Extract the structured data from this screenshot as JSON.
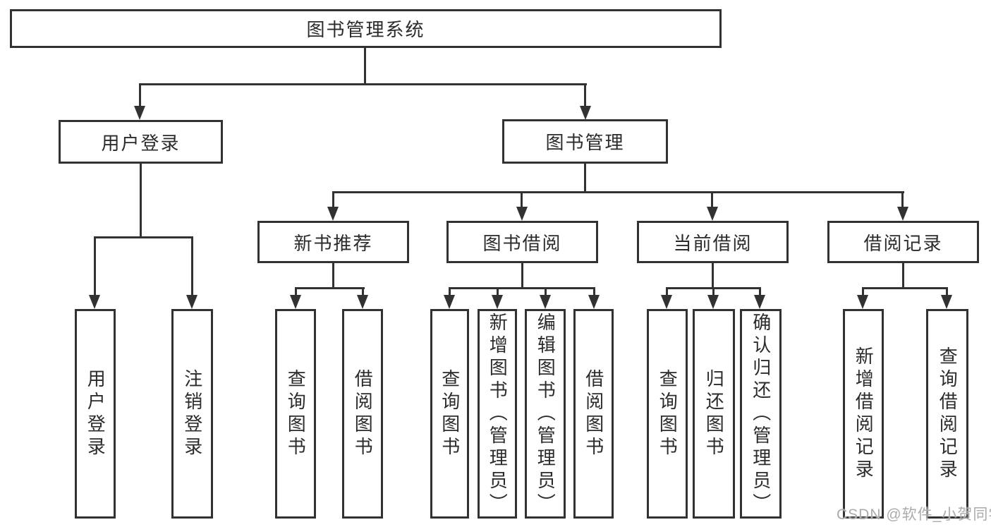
{
  "tree": {
    "label": "图书管理系统",
    "children": [
      {
        "label": "用户登录",
        "children": [
          {
            "label": "用户登录"
          },
          {
            "label": "注销登录"
          }
        ]
      },
      {
        "label": "图书管理",
        "children": [
          {
            "label": "新书推荐",
            "children": [
              {
                "label": "查询图书"
              },
              {
                "label": "借阅图书"
              }
            ]
          },
          {
            "label": "图书借阅",
            "children": [
              {
                "label": "查询图书"
              },
              {
                "label": "新增图书（管理员）"
              },
              {
                "label": "编辑图书（管理员）"
              },
              {
                "label": "借阅图书"
              }
            ]
          },
          {
            "label": "当前借阅",
            "children": [
              {
                "label": "查询图书"
              },
              {
                "label": "归还图书"
              },
              {
                "label": "确认归还（管理员）"
              }
            ]
          },
          {
            "label": "借阅记录",
            "children": [
              {
                "label": "新增借阅记录"
              },
              {
                "label": "查询借阅记录"
              }
            ]
          }
        ]
      }
    ]
  },
  "watermark": {
    "text": "CSDN @软件_小贺同学"
  },
  "colors": {
    "line": "#323232",
    "text": "#2b2b2b",
    "background": "#ffffff",
    "watermark": "#ababab"
  }
}
